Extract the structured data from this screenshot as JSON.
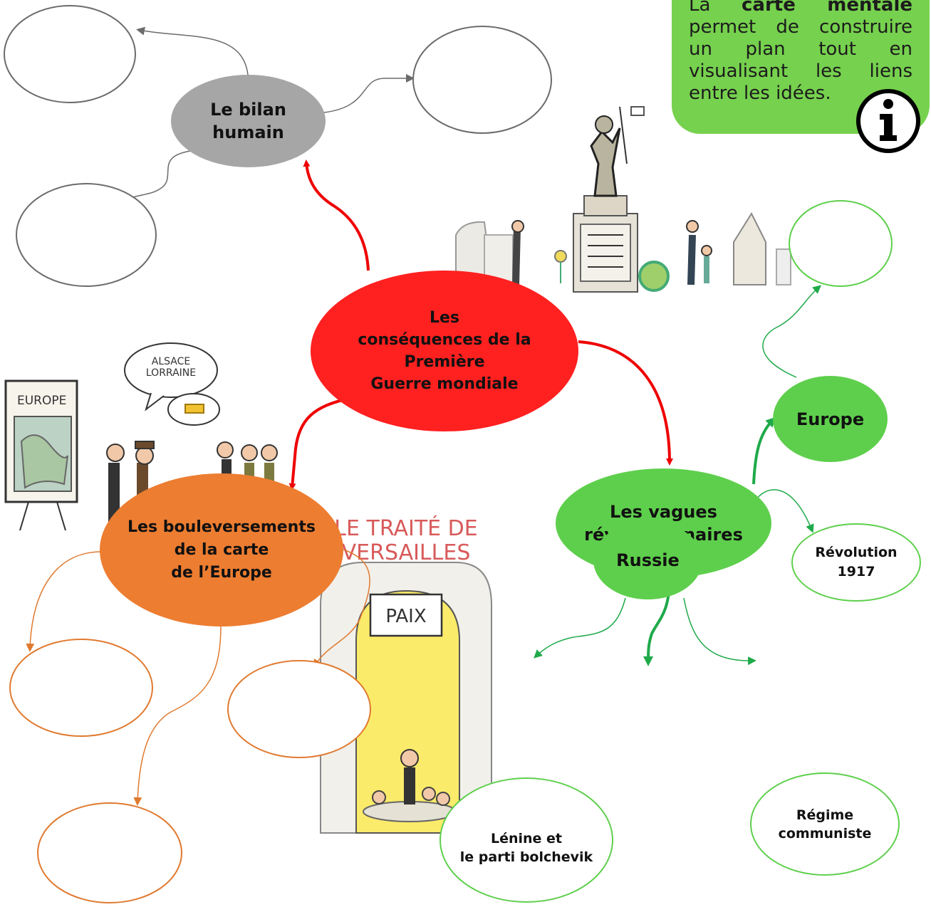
{
  "central": {
    "text": "Les\nconséquences de la\nPremière\nGuerre mondiale",
    "color": "#ff2020"
  },
  "branches": {
    "bilan": {
      "text": "Le bilan\nhumain",
      "color": "#a7a6a6"
    },
    "bouleversements": {
      "text": "Les bouleversements\nde la carte\nde l’Europe",
      "color": "#ed7d31"
    },
    "vagues": {
      "text": "Les vagues\nrévolutionnaires",
      "color": "#5ecf4c"
    },
    "europe": {
      "text": "Europe",
      "color": "#5ecf4c"
    },
    "russie": {
      "text": "Russie",
      "color": "#5ecf4c"
    }
  },
  "leaves": {
    "revolution": "Révolution\n1917",
    "lenine": "Lénine et\nle parti bolchevik",
    "regime": "Régime\ncommuniste"
  },
  "info": {
    "text": "La carte mentale permet de construire un plan tout en visualisant les liens entre les idées.",
    "icon": "info-icon"
  },
  "illustrations": {
    "speech_bubble": "ALSACE\nLORRAINE",
    "easel_sign": "EUROPE",
    "treaty_heading": "LE TRAITÉ DE\nVERSAILLES",
    "paix_sign": "PAIX"
  }
}
